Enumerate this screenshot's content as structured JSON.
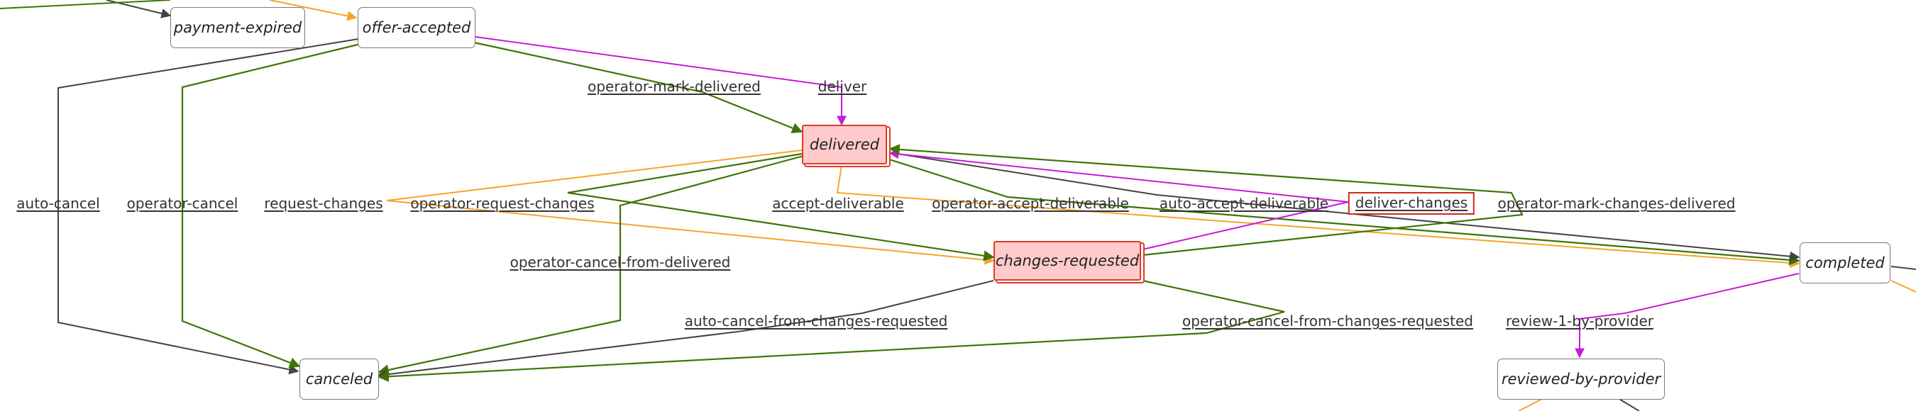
{
  "colors": {
    "gray": "#444444",
    "green": "#3f7406",
    "orange": "#f5a52a",
    "magenta": "#c81ad8",
    "highlight_fill": "#ffcaca",
    "highlight_border": "#e03a28"
  },
  "nodes": {
    "payment_expired": "payment-expired",
    "offer_accepted": "offer-accepted",
    "delivered": "delivered",
    "changes_requested": "changes-requested",
    "completed": "completed",
    "canceled": "canceled",
    "reviewed_by_provider": "reviewed-by-provider"
  },
  "edges": {
    "deliver": "deliver",
    "operator_mark_delivered": "operator-mark-delivered",
    "auto_cancel": "auto-cancel",
    "operator_cancel": "operator-cancel",
    "request_changes": "request-changes",
    "operator_request_changes": "operator-request-changes",
    "accept_deliverable": "accept-deliverable",
    "operator_accept_deliverable": "operator-accept-deliverable",
    "auto_accept_deliverable": "auto-accept-deliverable",
    "deliver_changes": "deliver-changes",
    "operator_mark_changes_delivered": "operator-mark-changes-delivered",
    "operator_cancel_from_delivered": "operator-cancel-from-delivered",
    "auto_cancel_from_changes_requested": "auto-cancel-from-changes-requested",
    "operator_cancel_from_changes_requested": "operator-cancel-from-changes-requested",
    "review_1_by_provider": "review-1-by-provider"
  }
}
